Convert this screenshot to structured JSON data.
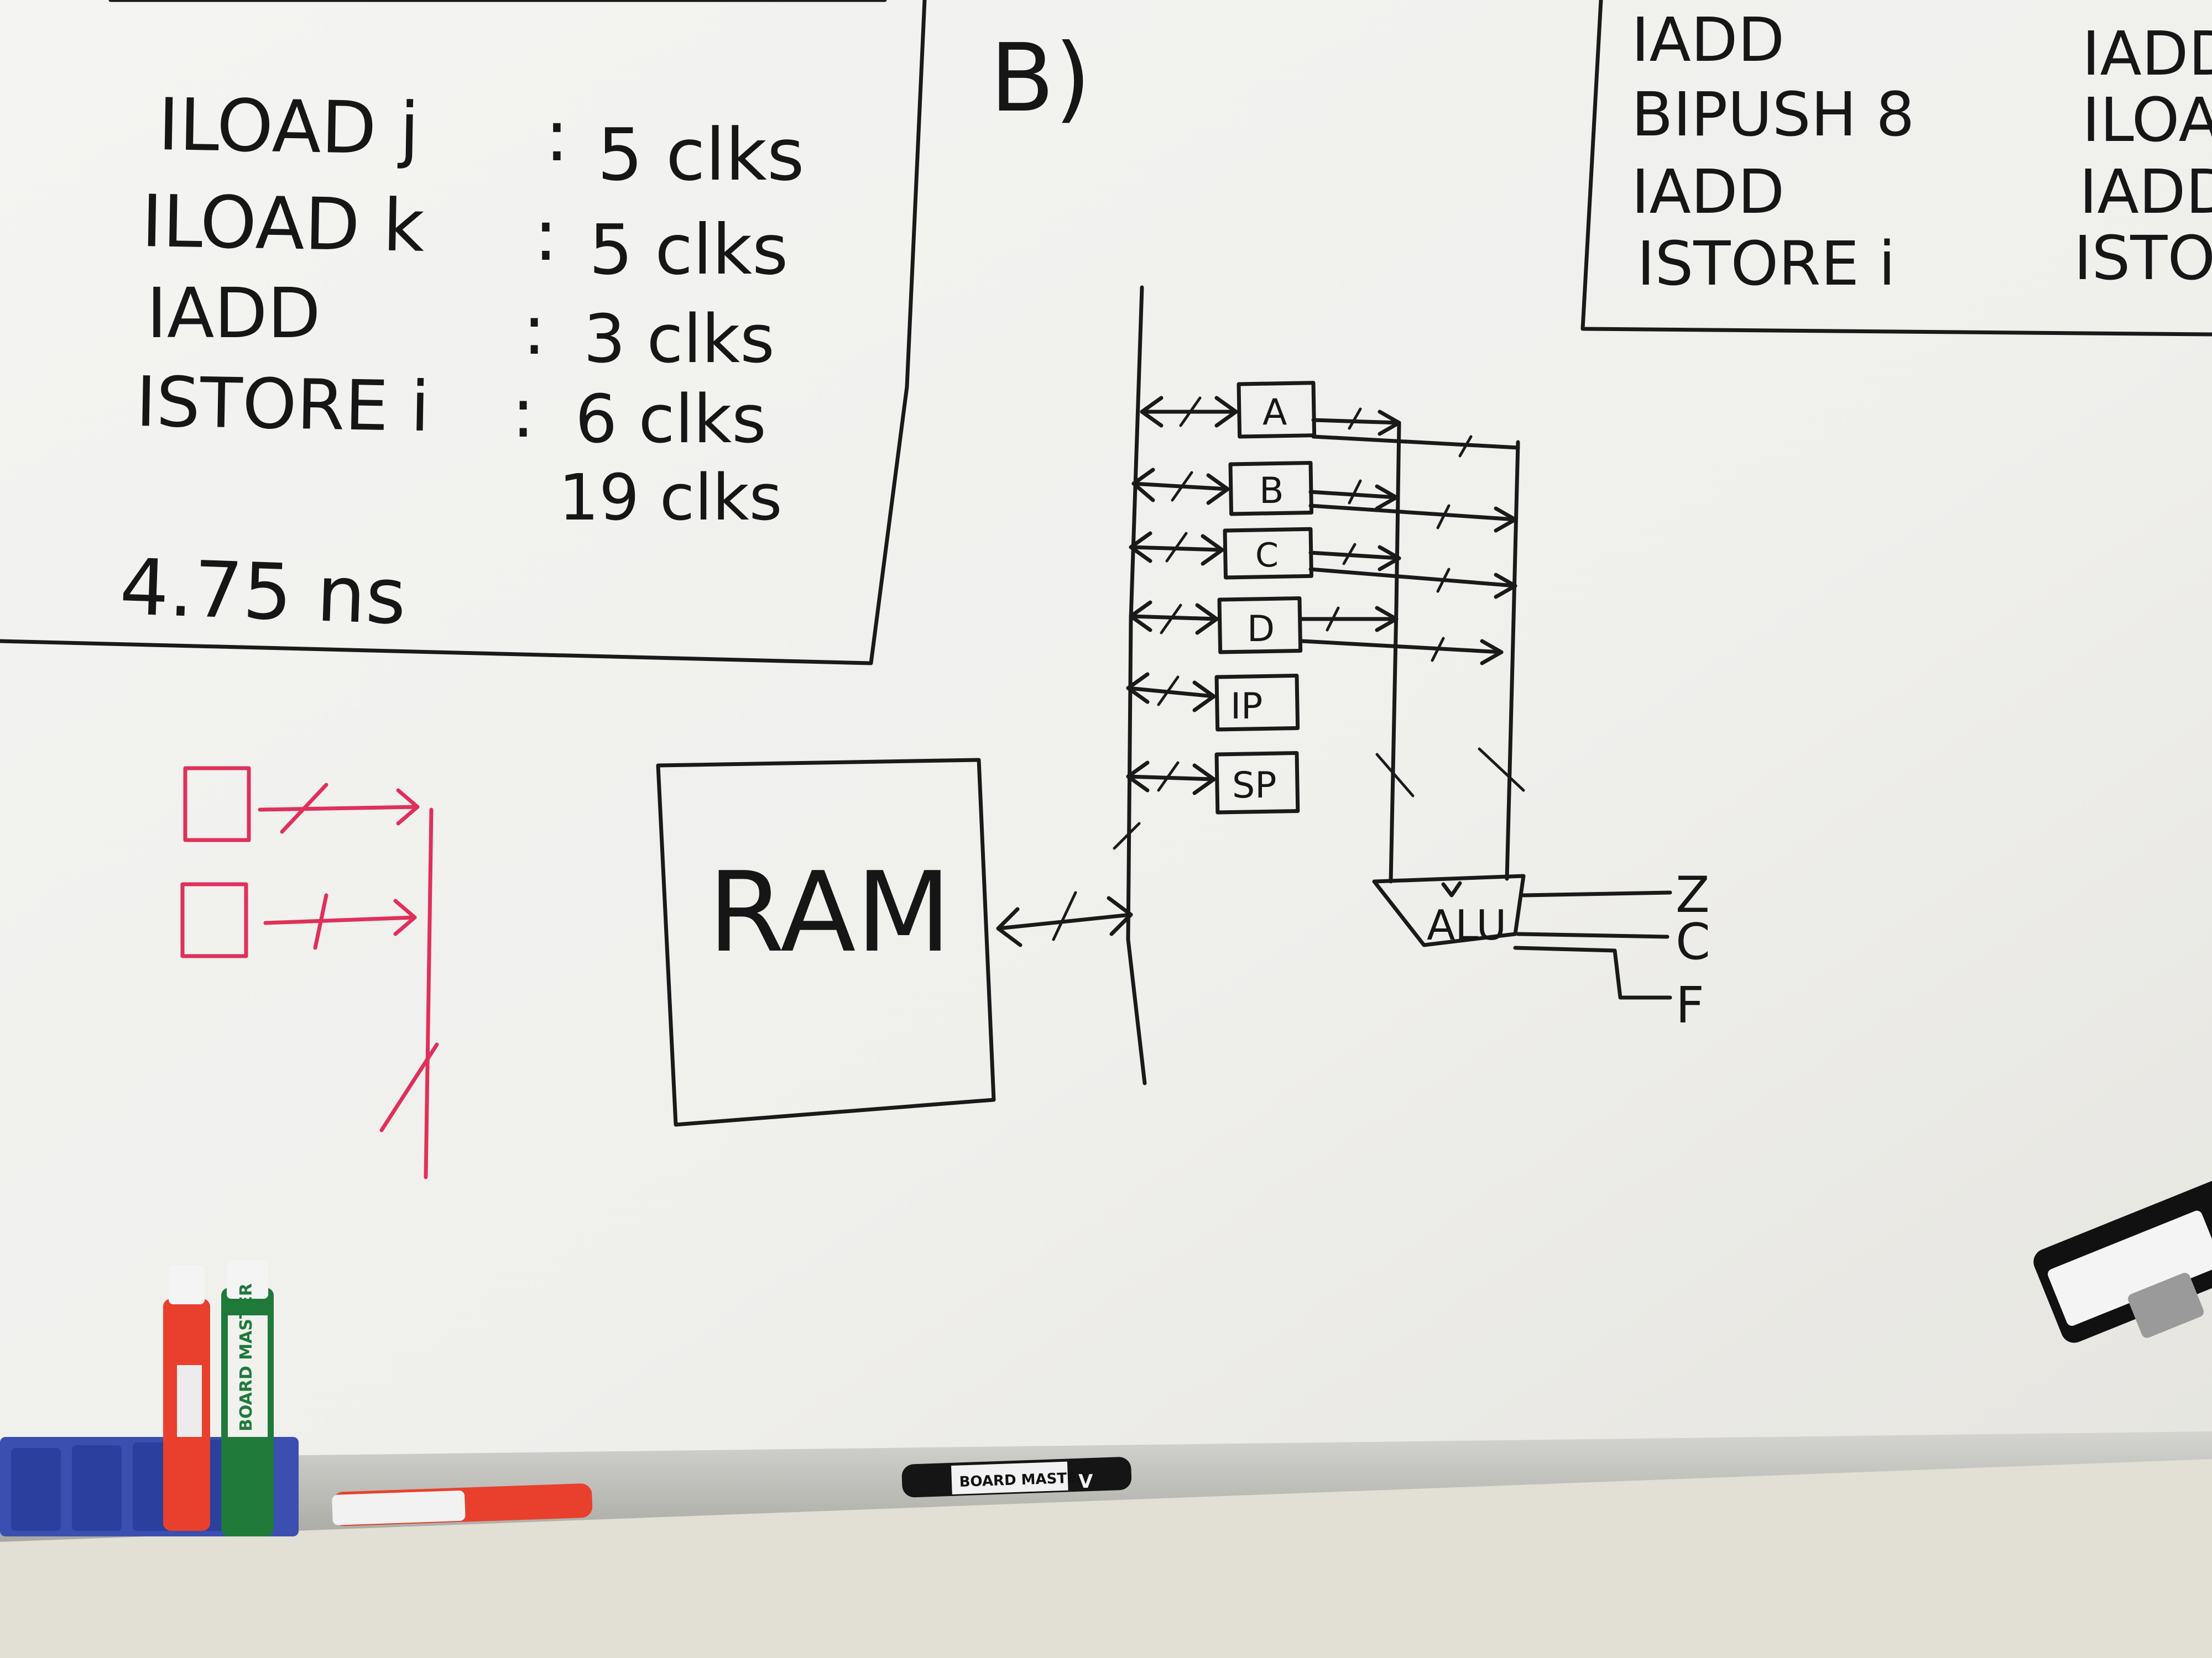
{
  "heading_b": "B)",
  "timing": {
    "rows": [
      {
        "instr": "ILOAD j",
        "sep": ":",
        "clks": "5 clks"
      },
      {
        "instr": "ILOAD k",
        "sep": ":",
        "clks": "5 clks"
      },
      {
        "instr": "IADD",
        "sep": ":",
        "clks": "3 clks"
      },
      {
        "instr": "ISTORE i",
        "sep": ":",
        "clks": "6 clks"
      }
    ],
    "total": "19 clks",
    "result": "4.75 ns"
  },
  "top_right_code": {
    "col1": [
      "IADD",
      "BIPUSH 8",
      "IADD",
      "ISTORE i"
    ],
    "col2": [
      "IADD",
      "ILOA",
      "IADD",
      "ISTO"
    ]
  },
  "diagram": {
    "ram_label": "RAM",
    "registers": [
      "A",
      "B",
      "C",
      "D",
      "IP",
      "SP"
    ],
    "alu_label": "ALU",
    "alu_outputs": [
      "Z",
      "C",
      "F"
    ]
  },
  "markers": {
    "green_marker_label": "BOARD MASTER",
    "black_marker_label": "BOARD MASTER",
    "black_marker_brand": "V"
  },
  "colors": {
    "board": "#f2f2ef",
    "ink_black": "#1a1a1a",
    "ink_red": "#e0305a",
    "marker_red": "#e8402c",
    "marker_green": "#1f7a3a",
    "tray_blue": "#2a3f9e"
  }
}
